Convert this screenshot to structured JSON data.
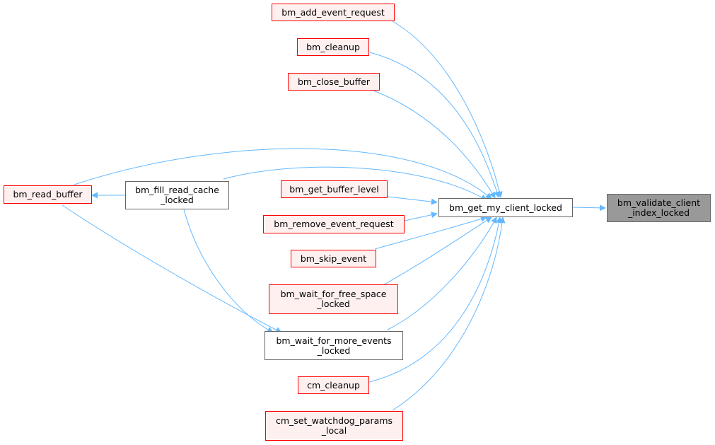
{
  "colors": {
    "edge": "#63b8ff",
    "red_border": "#ff0000",
    "red_fill": "#fff0f0",
    "plain_border": "#666666",
    "plain_fill": "#ffffff",
    "current_fill": "#999999"
  },
  "nodes": {
    "bm_add_event_request": {
      "lines": [
        "bm_add_event_request"
      ]
    },
    "bm_cleanup": {
      "lines": [
        "bm_cleanup"
      ]
    },
    "bm_close_buffer": {
      "lines": [
        "bm_close_buffer"
      ]
    },
    "bm_read_buffer": {
      "lines": [
        "bm_read_buffer"
      ]
    },
    "bm_fill_read_cache_locked": {
      "lines": [
        "bm_fill_read_cache",
        "_locked"
      ]
    },
    "bm_get_buffer_level": {
      "lines": [
        "bm_get_buffer_level"
      ]
    },
    "bm_remove_event_request": {
      "lines": [
        "bm_remove_event_request"
      ]
    },
    "bm_skip_event": {
      "lines": [
        "bm_skip_event"
      ]
    },
    "bm_wait_for_free_space_locked": {
      "lines": [
        "bm_wait_for_free_space",
        "_locked"
      ]
    },
    "bm_wait_for_more_events_locked": {
      "lines": [
        "bm_wait_for_more_events",
        "_locked"
      ]
    },
    "cm_cleanup": {
      "lines": [
        "cm_cleanup"
      ]
    },
    "cm_set_watchdog_params_local": {
      "lines": [
        "cm_set_watchdog_params",
        "_local"
      ]
    },
    "bm_get_my_client_locked": {
      "lines": [
        "bm_get_my_client_locked"
      ]
    },
    "bm_validate_client_index_locked": {
      "lines": [
        "bm_validate_client",
        "_index_locked"
      ]
    }
  }
}
